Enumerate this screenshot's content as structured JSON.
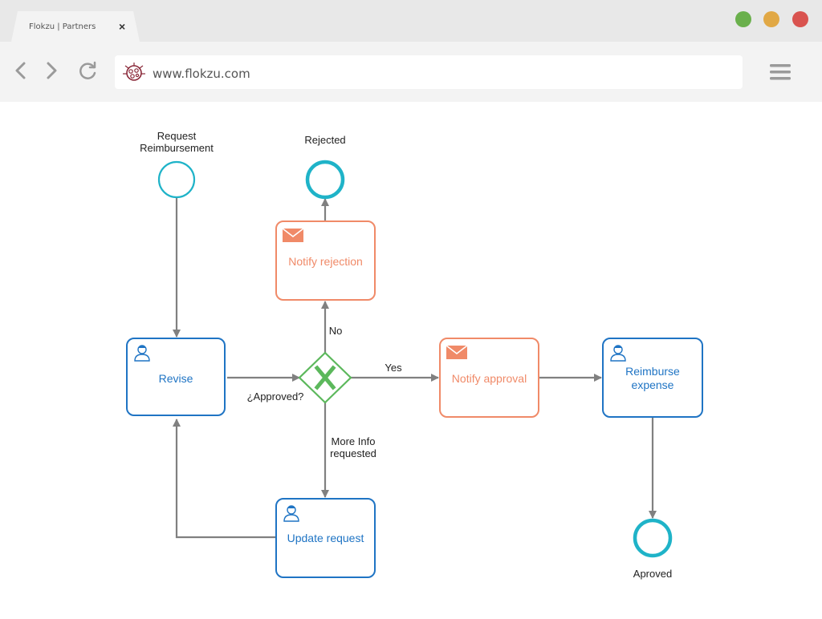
{
  "browser": {
    "tab_title": "Flokzu | Partners",
    "tab_close": "×",
    "url": "www.flokzu.com",
    "colors": {
      "green": "#6ab04c",
      "yellow": "#e1a845",
      "red": "#d9534f"
    }
  },
  "diagram": {
    "start_event": "Request\nReimbursement",
    "end_rejected": "Rejected",
    "end_approved": "Aproved",
    "tasks": {
      "revise": "Revise",
      "notify_rejection": "Notify rejection",
      "notify_approval": "Notify approval",
      "reimburse": "Reimburse\nexpense",
      "update_request": "Update request"
    },
    "gateway": "¿Approved?",
    "flows": {
      "no": "No",
      "yes": "Yes",
      "more_info": "More Info\nrequested"
    },
    "colors": {
      "user_task": "#1f74c4",
      "mail_task": "#f08a68",
      "gateway": "#5cb85c",
      "event": "#1fb3c8",
      "flow": "#808080"
    }
  }
}
